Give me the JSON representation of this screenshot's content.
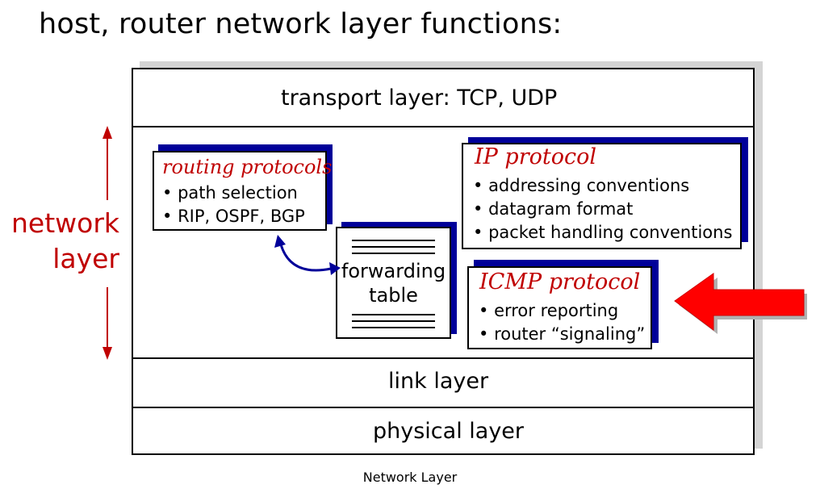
{
  "title": "host, router network layer functions:",
  "side_label": {
    "line1": "network",
    "line2": "layer"
  },
  "layers": {
    "transport": "transport layer: TCP, UDP",
    "link": "link layer",
    "physical": "physical layer"
  },
  "routing_box": {
    "title": "routing protocols",
    "items": [
      "path selection",
      "RIP, OSPF, BGP"
    ]
  },
  "forwarding_table": {
    "line1": "forwarding",
    "line2": "table"
  },
  "ip_box": {
    "title": "IP protocol",
    "items": [
      "addressing conventions",
      "datagram format",
      "packet handling conventions"
    ]
  },
  "icmp_box": {
    "title": "ICMP protocol",
    "items": [
      "error reporting",
      "router “signaling”"
    ]
  },
  "caption": "Network Layer",
  "colors": {
    "accent_red": "#c00000",
    "arrow_red": "#ff0000",
    "shadow_blue": "#000099",
    "arrow_blue": "#000099"
  },
  "icons": {
    "pointer": "big-red-left-arrow",
    "link": "curved-double-arrow"
  }
}
